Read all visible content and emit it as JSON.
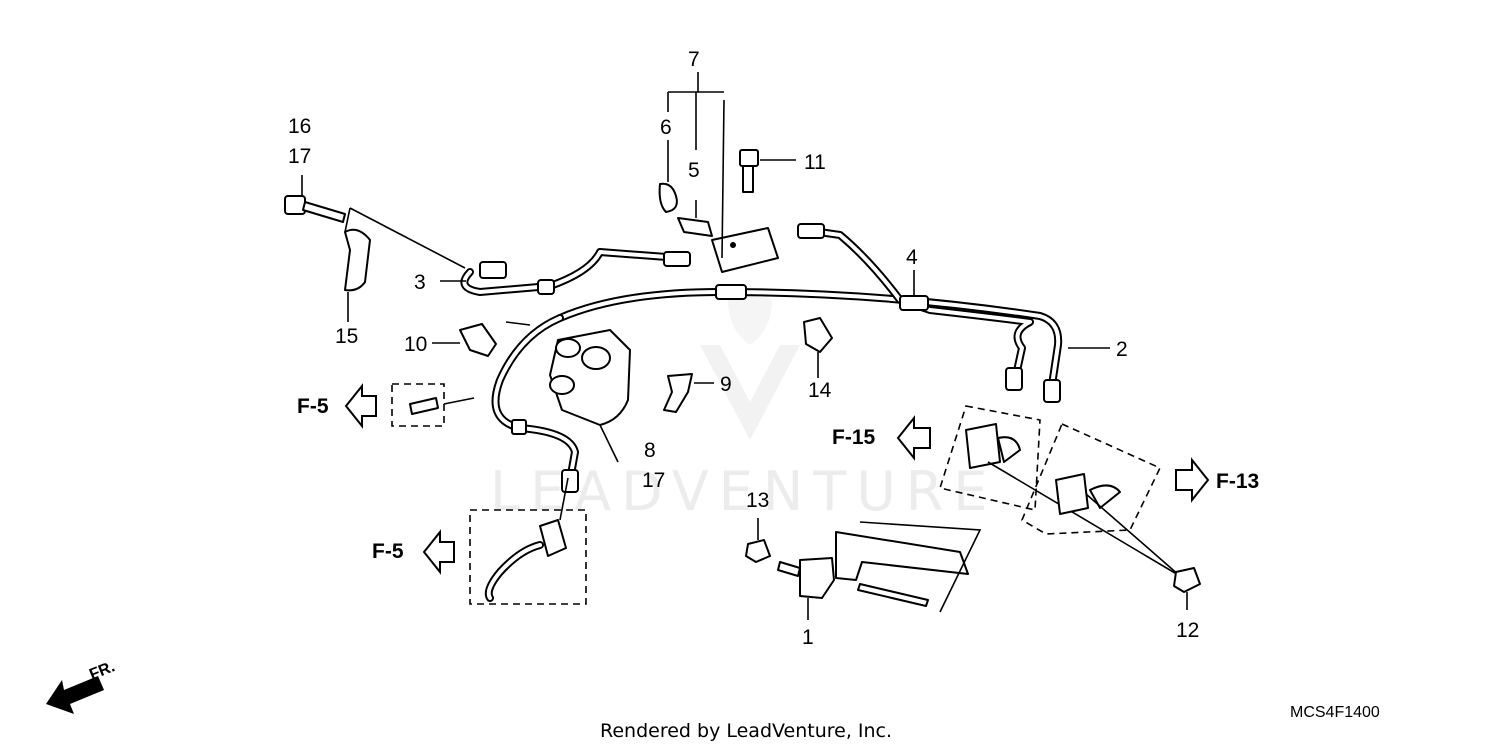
{
  "diagram": {
    "callouts": {
      "p1": "1",
      "p2": "2",
      "p3": "3",
      "p4": "4",
      "p5": "5",
      "p6": "6",
      "p7": "7",
      "p8": "8",
      "p9": "9",
      "p10": "10",
      "p11": "11",
      "p12": "12",
      "p13": "13",
      "p14": "14",
      "p15": "15",
      "p16": "16",
      "p17_top": "17",
      "p17_mid": "17"
    },
    "refs": {
      "f5_upper": "F-5",
      "f5_lower": "F-5",
      "f15": "F-15",
      "f13": "F-13"
    },
    "front_label": "FR.",
    "front_arrow_icon": "front-direction-arrow-icon",
    "diagram_code": "MCS4F1400",
    "watermark_text": "LEADVENTURE",
    "footer_text": "Rendered by LeadVenture, Inc."
  }
}
